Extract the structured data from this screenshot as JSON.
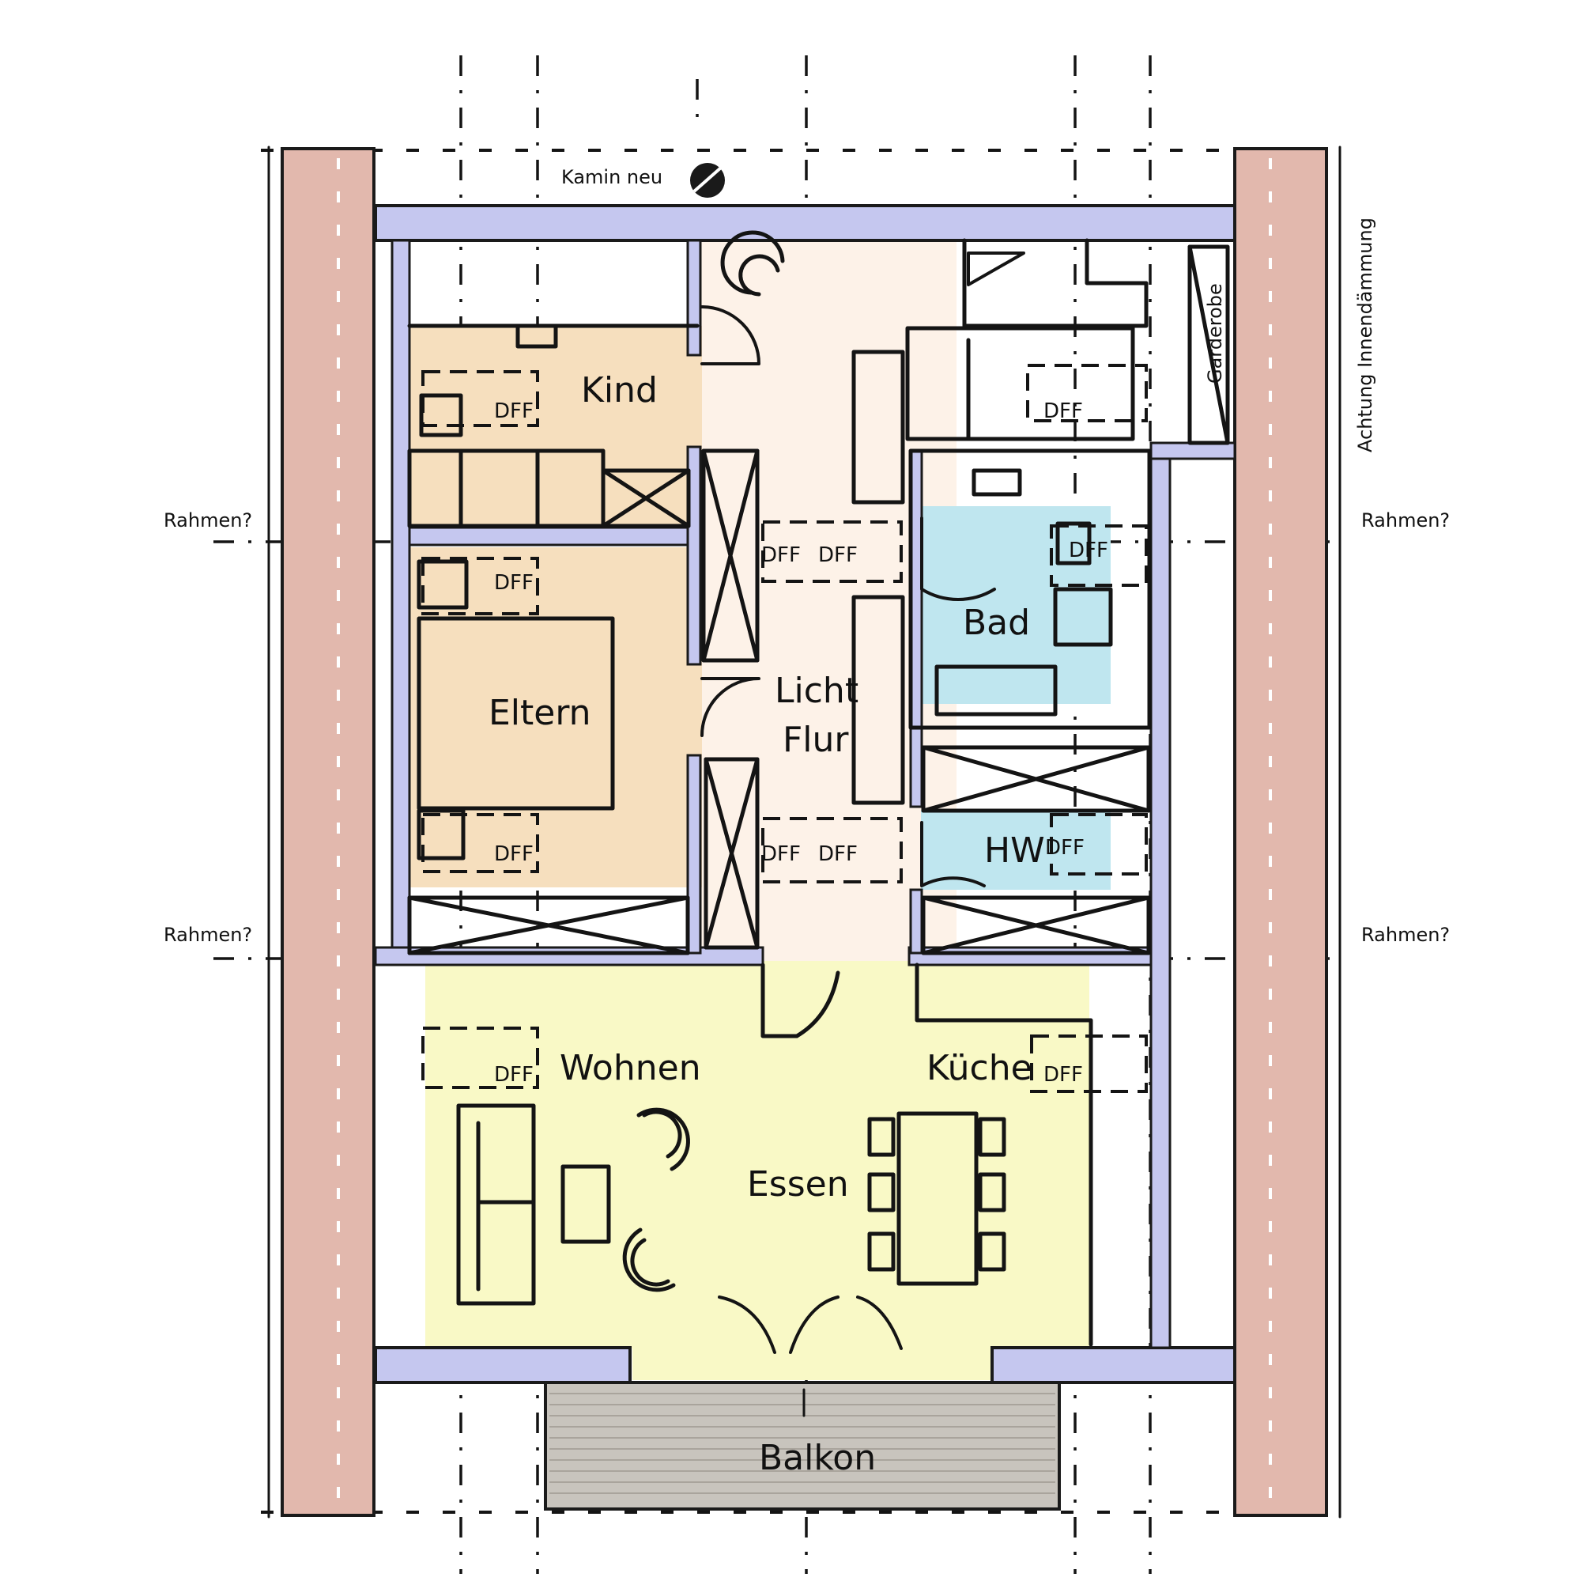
{
  "labels": {
    "chimney": "Kamin neu",
    "insulation_note": "Achtung Innendämmung",
    "frame_left_upper": "Rahmen?",
    "frame_right_upper": "Rahmen?",
    "frame_left_lower": "Rahmen?",
    "frame_right_lower": "Rahmen?",
    "wardrobe": "Garderobe"
  },
  "rooms": {
    "kind": "Kind",
    "eltern": "Eltern",
    "flur_line1": "Licht",
    "flur_line2": "Flur",
    "bad": "Bad",
    "hw": "HW",
    "wohnen": "Wohnen",
    "kueche": "Küche",
    "essen": "Essen",
    "balkon": "Balkon"
  },
  "skylight_label": "DFF",
  "colors": {
    "rafter": "#e2b8ad",
    "wall": "#c5c7ef",
    "bedroom": "#f6dfbe",
    "hallway": "#fdf2e8",
    "bathroom": "#bfe6ef",
    "living": "#f9f9c6",
    "balcony": "#c8c4bd"
  }
}
